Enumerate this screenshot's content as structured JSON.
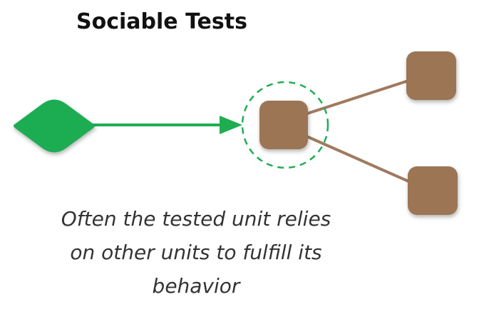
{
  "title": "Sociable Tests",
  "caption": {
    "lines": [
      "Often the tested unit relies",
      "on other units to fulfill its",
      "behavior"
    ]
  },
  "colors": {
    "green": "#1fad52",
    "unit_brown": "#9c7455",
    "link_brown": "#a07a5e",
    "text": "#333333",
    "title": "#111111"
  },
  "diagram": {
    "nodes": [
      {
        "id": "test",
        "shape": "diamond",
        "color": "green"
      },
      {
        "id": "tested-unit",
        "shape": "rounded-square",
        "color": "brown",
        "focus": "dashed-circle"
      },
      {
        "id": "collaborator-top",
        "shape": "rounded-square",
        "color": "brown"
      },
      {
        "id": "collaborator-bottom",
        "shape": "rounded-square",
        "color": "brown"
      }
    ],
    "edges": [
      {
        "from": "test",
        "to": "tested-unit",
        "style": "arrow",
        "color": "green"
      },
      {
        "from": "tested-unit",
        "to": "collaborator-top",
        "style": "line",
        "color": "brown"
      },
      {
        "from": "tested-unit",
        "to": "collaborator-bottom",
        "style": "line",
        "color": "brown"
      }
    ]
  }
}
